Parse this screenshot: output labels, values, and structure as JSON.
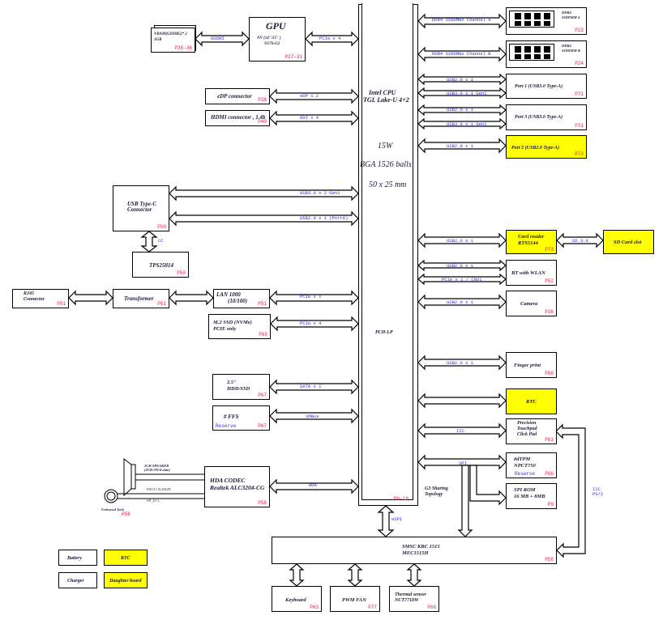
{
  "cpu": {
    "line1": "Intel  CPU",
    "line2": "TGL Lake-U 4+2",
    "power": "15W",
    "package": "BGA 1526 balls",
    "size": "50 x 25 mm",
    "pch": "PCH-LP",
    "page": "P6-18"
  },
  "gpu": {
    "title": "GPU",
    "line1": "NV (14\"/15\" )",
    "line2": "N17S-G2",
    "page": "P27-31"
  },
  "vram": {
    "line1": "VRAM(GDDR5)* 2",
    "line2": "2GB",
    "page": "P35-36"
  },
  "edp": {
    "label": "eDP connector",
    "page": "P38"
  },
  "hdmi": {
    "label": "HDMI connector , 1.4b",
    "page": "P40"
  },
  "typec": {
    "line1": "USB Type-C",
    "line2": "Connector",
    "page": "P50"
  },
  "tps": {
    "label": "TPS25814",
    "page": "P50"
  },
  "rj45": {
    "line1": "RJ45",
    "line2": "Connector",
    "page": "P51"
  },
  "transformer": {
    "label": "Transformer",
    "page": "P51"
  },
  "lan": {
    "line1": "LAN 1000",
    "line2": "(10/100)",
    "page": "P51"
  },
  "ssd": {
    "line1": "M.2 SSD (NVMe)",
    "line2": "PCIE only",
    "page": "P68"
  },
  "hdd": {
    "line1": "2.5\"",
    "line2": "HDD/SSD",
    "page": "P67"
  },
  "ffs": {
    "label": "# FFS",
    "reserve": "Reserve",
    "page": "P67"
  },
  "codec": {
    "line1": "HDA CODEC",
    "line2": "Realtek ALC3204-CG",
    "page": "P56",
    "speaker_line1": "2CH  SPEAKER",
    "speaker_line2": "(2CH  2W/4 ohm)",
    "mic_signal": "MIC1/SLEEVE",
    "hp_signal": "HP_R/L",
    "jack_label": "Universal Jack",
    "jack_page": "P56"
  },
  "ec": {
    "line1": "SMSC KBC 1515",
    "line2": "MEC1515H",
    "page": "P58"
  },
  "keyboard": {
    "label": "Keyboard",
    "page": "P63"
  },
  "fan": {
    "label": "PWM FAN",
    "page": "P77"
  },
  "thermal": {
    "line1": "Thermal sensor",
    "line2": "NCT7718W",
    "page": "P66"
  },
  "ddr_a": {
    "line1": "DDR4",
    "line2": "SODIMM A",
    "page": "P23"
  },
  "ddr_b": {
    "line1": "DDR4",
    "line2": "SODIMM B",
    "page": "P24"
  },
  "port1": {
    "label": "Port 1 (USB3.0 Type-A)",
    "page": "P71"
  },
  "port3": {
    "label": "Port 3 (USB3.0 Type-A)",
    "page": "P71"
  },
  "port2": {
    "label": "Port 2 (USB2.0 Type-A)",
    "page": "P73"
  },
  "cardreader": {
    "line1": "Card reader",
    "line2": "RTS5144",
    "page": "P73"
  },
  "sdslot": {
    "label": "SD Card slot"
  },
  "bt": {
    "label": "BT with WLAN",
    "page": "P52"
  },
  "camera": {
    "label": "Camera",
    "page": "P38"
  },
  "finger": {
    "label": "Finger print",
    "page": "P66"
  },
  "rtc": {
    "label": "RTC"
  },
  "touchpad": {
    "line1": "Precision",
    "line2": "Touchpad",
    "line3": "Click Pad",
    "page": "P63"
  },
  "tpm": {
    "line1": "#dTPM",
    "line2": "NPCT750",
    "reserve": "Reserve",
    "page": "P66"
  },
  "spirom": {
    "line1": "SPI ROM",
    "line2": "16 MB + 8MB",
    "page": "P9"
  },
  "g3": {
    "line1": "G3 Sharing",
    "line2": "Topology"
  },
  "buses": {
    "gddr5": "GDDR5",
    "gpu_pcie": "PCIe x 4",
    "edp": "eDP 1.2",
    "ddi": "DDI x 4",
    "typec_usb3": "USB3.0 x 2 Gen1",
    "typec_usb2": "USB2.0 x 1 (Port8)",
    "cc": "CC",
    "lan_pcie": "PCIe x 1",
    "ssd_pcie": "PCIe x 4",
    "sata": "SATA x 1",
    "smbus": "SMBus",
    "hda": "HDA",
    "ddr_a": "DDR4 3200MHz Channel A",
    "ddr_b": "DDR4 3200MHz Channel B",
    "p1_usb2": "USB2.0 x 1",
    "p1_usb3": "USB3.0 x 1 Gen1",
    "p3_usb2": "USB2.0 x 1",
    "p3_usb3": "USB3.0 x 1 Gen1",
    "p2_usb2": "USB2.0 x 1",
    "card_usb2": "USB2.0 x 1",
    "sd": "SD 3.0",
    "bt_usb2": "USB2.0 x 1",
    "bt_pcie": "PCIe x 1 / CNVi",
    "cam_usb2": "USB2.0 x 1",
    "fp_usb2": "USB2.0 x 1",
    "i2c": "I2C",
    "spi": "SPI",
    "espi": "eSPI",
    "i2c_ps2_1": "I2C",
    "i2c_ps2_2": "PS/2"
  },
  "legend": {
    "battery": "Battery",
    "rtc": "RTC",
    "charger": "Charger",
    "daughter": "Daughter board",
    "yellow_color": "#ffff00"
  }
}
